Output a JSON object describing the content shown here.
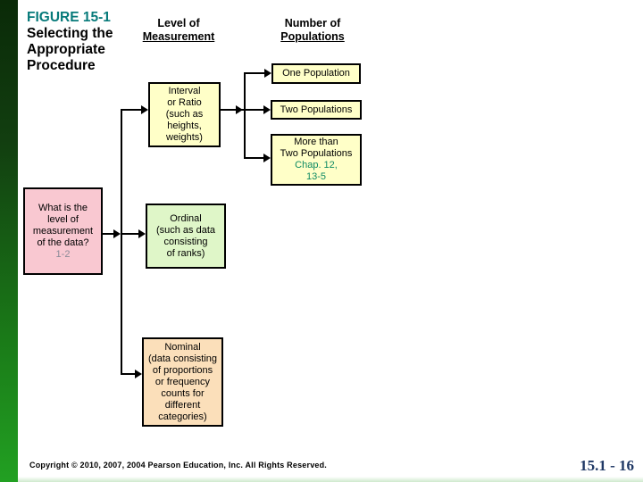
{
  "slide": {
    "title": {
      "figure_label": "FIGURE 15-1",
      "lines": [
        "Selecting the",
        "Appropriate",
        "Procedure"
      ]
    },
    "headers": {
      "level": {
        "line1": "Level of",
        "line2": "Measurement"
      },
      "populations": {
        "line1": "Number of",
        "line2": "Populations"
      }
    },
    "boxes": {
      "one_population": {
        "label": "One Population"
      },
      "two_populations": {
        "label": "Two Populations"
      },
      "more_populations": {
        "lines": [
          "More than",
          "Two Populations"
        ],
        "ref_lines": [
          "Chap. 12,",
          "13-5"
        ]
      },
      "interval_ratio": {
        "lines": [
          "Interval",
          "or Ratio",
          "(such as",
          "heights,",
          "weights)"
        ]
      },
      "what_level": {
        "lines": [
          "What is the",
          "level of",
          "measurement",
          "of the data?"
        ],
        "ref": "1-2"
      },
      "ordinal": {
        "lines": [
          "Ordinal",
          "(such as data",
          "consisting",
          "of ranks)"
        ]
      },
      "nominal": {
        "lines": [
          "Nominal",
          "(data consisting",
          "of proportions",
          "or frequency",
          "counts for",
          "different",
          "categories)"
        ]
      }
    },
    "footer": {
      "copyright": "Copyright © 2010, 2007, 2004 Pearson Education, Inc. All Rights Reserved.",
      "page": "15.1 - 16"
    },
    "colors": {
      "title_accent_teal": "#077a7a",
      "yellow_box_fill": "#ffffc8",
      "pink_box_fill": "#f9c8d1",
      "green_box_fill": "#dff6c8",
      "tan_box_fill": "#fbdfba",
      "chapter_ref_teal": "#0e8a63",
      "section_ref_gray": "#8b8b98",
      "page_number_navy": "#1f3865",
      "sidebar_green_top": "#0a2a08",
      "sidebar_green_bottom": "#22a022",
      "connector_black": "#000000"
    }
  }
}
